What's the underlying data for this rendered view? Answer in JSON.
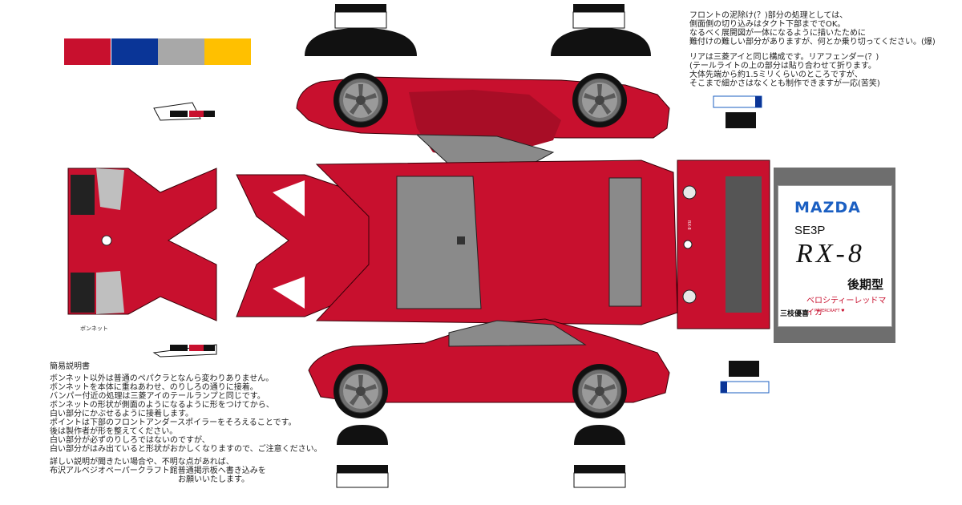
{
  "colors": {
    "body_red": "#c8102e",
    "swatch_blue": "#0a3597",
    "swatch_gray": "#a8a8a8",
    "swatch_yellow": "#ffc000",
    "glass_gray": "#8a8a8a",
    "tire_black": "#111111",
    "brand_blue": "#1b5fc2"
  },
  "swatches": [
    "#c8102e",
    "#0a3597",
    "#a8a8a8",
    "#ffc000"
  ],
  "notes": {
    "top_right": "フロントの泥除け(？)部分の処理としては、\n側面側の切り込みはタクト下部まででOK。\nなるべく展開図が一体になるように描いたために\n難付けの難しい部分がありますが、何とか乗り切ってください。(爆)",
    "rear_note": "リアは三菱アイと同じ構成です。リアフェンダー(？)\n(テールライトの上の部分は貼り合わせて折ります。\n大体先端から約1.5ミリくらいのところですが、\nそこまで細かさはなくとも制作できますが一応(苦笑)",
    "instructions_title": "簡易説明書",
    "instructions_body": "ボンネット以外は普通のペパクラとなんら変わりありません。\nボンネットを本体に重ねあわせ、のりしろの通りに接着。\nバンパー付近の処理は三菱アイのテールランプと同じです。\nボンネットの形状が側面のようになるように形をつけてから、\n白い部分にかぶせるように接着します。\nポイントは下部のフロントアンダースポイラーをそろえることです。\n後は製作者が形を整えてください。\n白い部分が必ずのりしろではないのですが、\n白い部分がはみ出ていると形状がおかしくなりますので、ご注意ください。",
    "contact": "詳しい説明が聞きたい場合や、不明な点があれば、\n布沢アルベジオペーパークラフト館普通掲示板へ書き込みを\n　　　　　　　　　　　　　　　　お願いいたします。",
    "bonnet_label": "ボンネット"
  },
  "label": {
    "brand": "MAZDA",
    "code": "SE3P",
    "model": "RX-8",
    "variant": "後期型",
    "color": "ベロシティーレッドマイカ",
    "maker": "三枝優喜",
    "maker_sub": "PAPERCRAFT ♥"
  },
  "car_markings": {
    "rear_badge": "RX-8"
  }
}
